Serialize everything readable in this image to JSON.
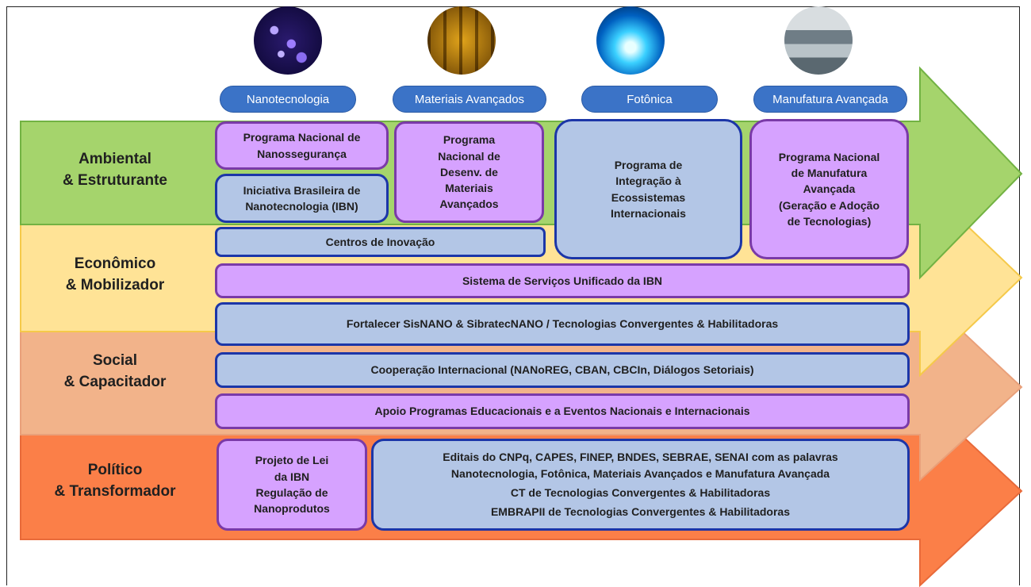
{
  "categories": [
    {
      "label": "Nanotecnologia"
    },
    {
      "label": "Materiais Avançados"
    },
    {
      "label": "Fotônica"
    },
    {
      "label": "Manufatura Avançada"
    }
  ],
  "rows": [
    {
      "title": "Ambiental\n& Estruturante",
      "color": "#a5d46c"
    },
    {
      "title": "Econômico\n& Mobilizador",
      "color": "#ffe396"
    },
    {
      "title": "Social\n& Capacitador",
      "color": "#f2b38a"
    },
    {
      "title": "Político\n& Transformador",
      "color": "#fb7f48"
    }
  ],
  "boxes": {
    "nanosseguranca": "Programa Nacional de\nNanossegurança",
    "ibn": "Iniciativa Brasileira de\nNanotecnologia (IBN)",
    "materiais": "Programa\nNacional de\nDesenv. de\nMateriais\nAvançados",
    "integracao": "Programa de\nIntegração à\nEcossistemas\nInternacionais",
    "manufatura": "Programa Nacional\nde Manufatura\nAvançada\n(Geração e Adoção\nde Tecnologias)",
    "centros": "Centros de Inovação",
    "sistema": "Sistema de Serviços Unificado da IBN",
    "fortalecer": "Fortalecer SisNANO &  SibratecNANO / Tecnologias Convergentes & Habilitadoras",
    "cooperacao": "Cooperação Internacional (NANoREG, CBAN, CBCIn, Diálogos Setoriais)",
    "apoio": "Apoio Programas Educacionais e a Eventos Nacionais e Internacionais",
    "projeto": "Projeto de Lei\nda IBN\nRegulação de\nNanoprodutos",
    "editais": [
      "Editais do CNPq, CAPES, FINEP, BNDES, SEBRAE, SENAI com as palavras",
      "Nanotecnologia, Fotônica, Materiais Avançados e Manufatura Avançada",
      "CT de Tecnologias Convergentes & Habilitadoras",
      "EMBRAPII de Tecnologias Convergentes & Habilitadoras"
    ]
  },
  "colors": {
    "purple_fill": "#d6a2ff",
    "purple_border": "#7a3aa8",
    "blue_fill": "#b3c6e6",
    "blue_border": "#1c36a8",
    "pill": "#3b73c7"
  }
}
